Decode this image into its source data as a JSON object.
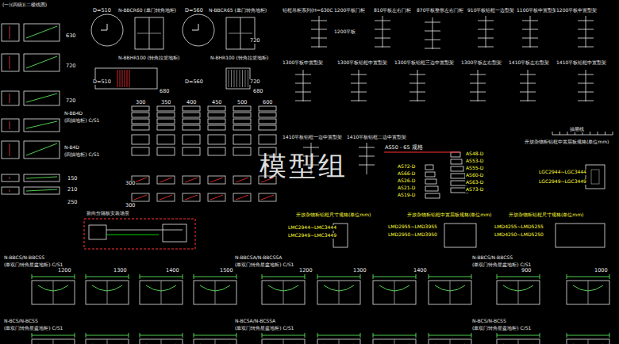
{
  "diagram": {
    "labels": [
      "(一)(四级)(二楼线图)",
      "D=510",
      "N-BBCR60 (单门转角地柜)",
      "D=560",
      "N-BBCR65 (单门转角地柜)",
      "630",
      "720",
      "720",
      "N-BBHR100 (转角拉篮地柜)",
      "D=510",
      "D=560",
      "N-BHR100 (转角拉篮地柜)",
      "720",
      "680",
      "680",
      "720",
      "300",
      "350",
      "400",
      "450",
      "500",
      "600",
      "N-BB4D",
      "(四抽地柜) C/S1",
      "N-B4D",
      "(四抽地柜) C/S1",
      "150",
      "210",
      "250",
      "300",
      "300",
      "新向分隔板安装场景",
      "铝框吊柜系列(H=630C=560/530)",
      "1200平板门柜",
      "810平板左右门柜",
      "870平板整形左右门柜",
      "910平板铝框一边型架",
      "1100平板中置型架",
      "1200平板中置型架",
      "1200平板",
      "1300平板中置型架",
      "1300平板铝框中置型架",
      "1300平板铝框三边中置型架",
      "1300平板左右型架",
      "1410平板左右型架",
      "1410平板铝框中置型架",
      "1410平板铝框一边中置型架",
      "1410平板铝框二边中置型架",
      "AS50 - 65 规格",
      "AS48-D",
      "AS53-D",
      "AS55-D",
      "AS60-D",
      "AS63-D",
      "AS73-D",
      "AS72-D",
      "AS66-D",
      "AS26-D",
      "AS21-D",
      "AS19-D",
      "抽屉线",
      "开放杂物柜铝框中置层板规格(单位mm)",
      "LGC2944~LGC3444",
      "LGC2949~LGC3449",
      "开放杂物柜铝框尺寸规格(单位mm)",
      "开放杂物柜铝框中置层板规格(单位mm)",
      "开放杂物柜铝框尺寸规格(单位mm)",
      "LMC2944~LMC3444",
      "LMC2949~LMC3449",
      "LMD2955~LMD3955",
      "LMD2950~LMD3950",
      "LMD4255~LMD5255",
      "LMD4250~LMD5250",
      "N-BBCS/N-BBCSS",
      "(单双门转角星盆地柜) C/S1",
      "N-BBCSA/N-BBCSSA",
      "(单双门转角星盆地柜) C/S1",
      "N-BBCS/N-BBCSS",
      "(单双门转角星盆地柜) C/S1",
      "1200",
      "1300",
      "1400",
      "1500",
      "1200",
      "1300",
      "1400",
      "900",
      "1000",
      "N-BCS/N-BCSS",
      "(单双门转角星盆地柜) C/S1",
      "N-BCSA/N-BCSSA",
      "(单双门转角星盆地柜) C/S1",
      "N-BCS/N-BCSS",
      "(单双门转角星盆地柜) C/S1",
      "模型组"
    ]
  }
}
